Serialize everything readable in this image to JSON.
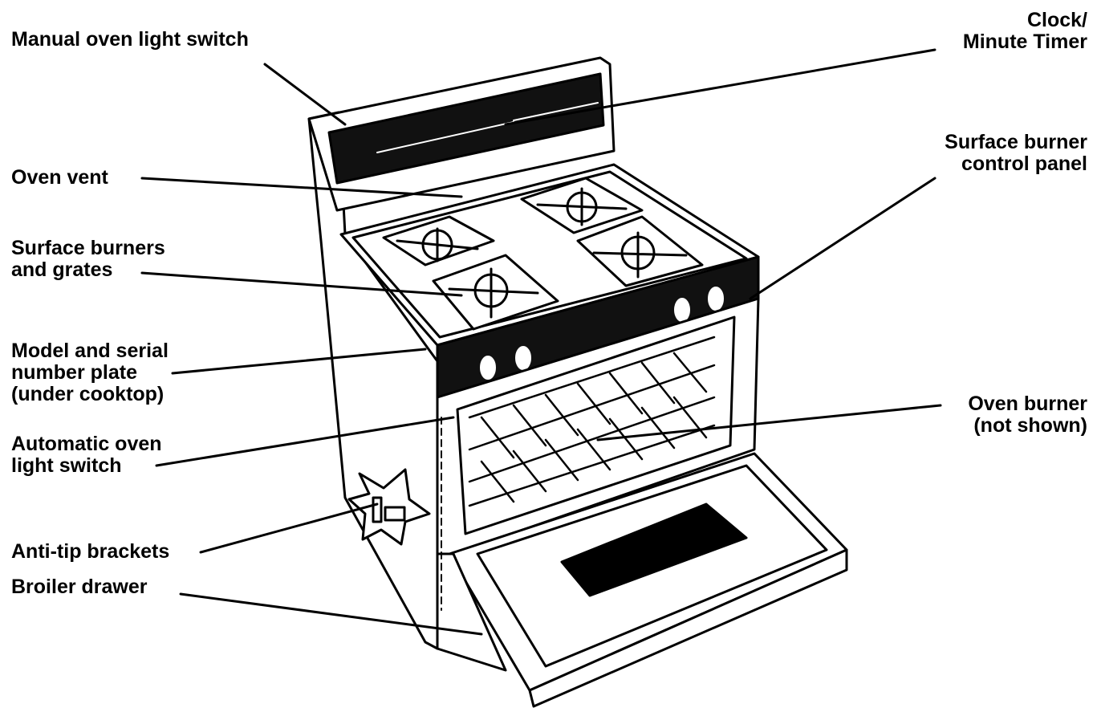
{
  "labels": {
    "manual_oven_light_switch": [
      "Manual oven light switch"
    ],
    "clock_minute_timer": [
      "Clock/",
      "Minute Timer"
    ],
    "oven_vent": [
      "Oven vent"
    ],
    "surface_burner_control_panel": [
      "Surface burner",
      "control panel"
    ],
    "surface_burners_and_grates": [
      "Surface burners",
      "and grates"
    ],
    "model_serial_plate": [
      "Model and serial",
      "number plate",
      "(under cooktop)"
    ],
    "oven_burner": [
      "Oven burner",
      "(not shown)"
    ],
    "automatic_oven_light_switch": [
      "Automatic oven",
      "light switch"
    ],
    "anti_tip_brackets": [
      "Anti-tip brackets"
    ],
    "broiler_drawer": [
      "Broiler drawer"
    ]
  },
  "colors": {
    "ink": "#000000",
    "paper": "#ffffff"
  }
}
